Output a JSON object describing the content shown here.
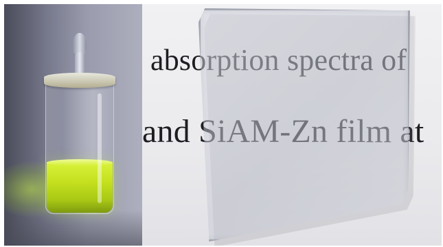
{
  "scene": {
    "left_photo": {
      "subject": "glass vial with yellow-green liquid",
      "colors": {
        "background": "#7a7c8e",
        "liquid": "#c4e01e",
        "rim": "#d7d4bf"
      }
    },
    "right_photo": {
      "subject": "transparent film over printed text",
      "printed_text": {
        "line1": "absorption spectra of",
        "line2": "and SiAM-Zn film at"
      },
      "colors": {
        "paper": "#eeeeF0",
        "ink": "#1e1e22",
        "film_tint": "#c8cad6"
      }
    }
  }
}
